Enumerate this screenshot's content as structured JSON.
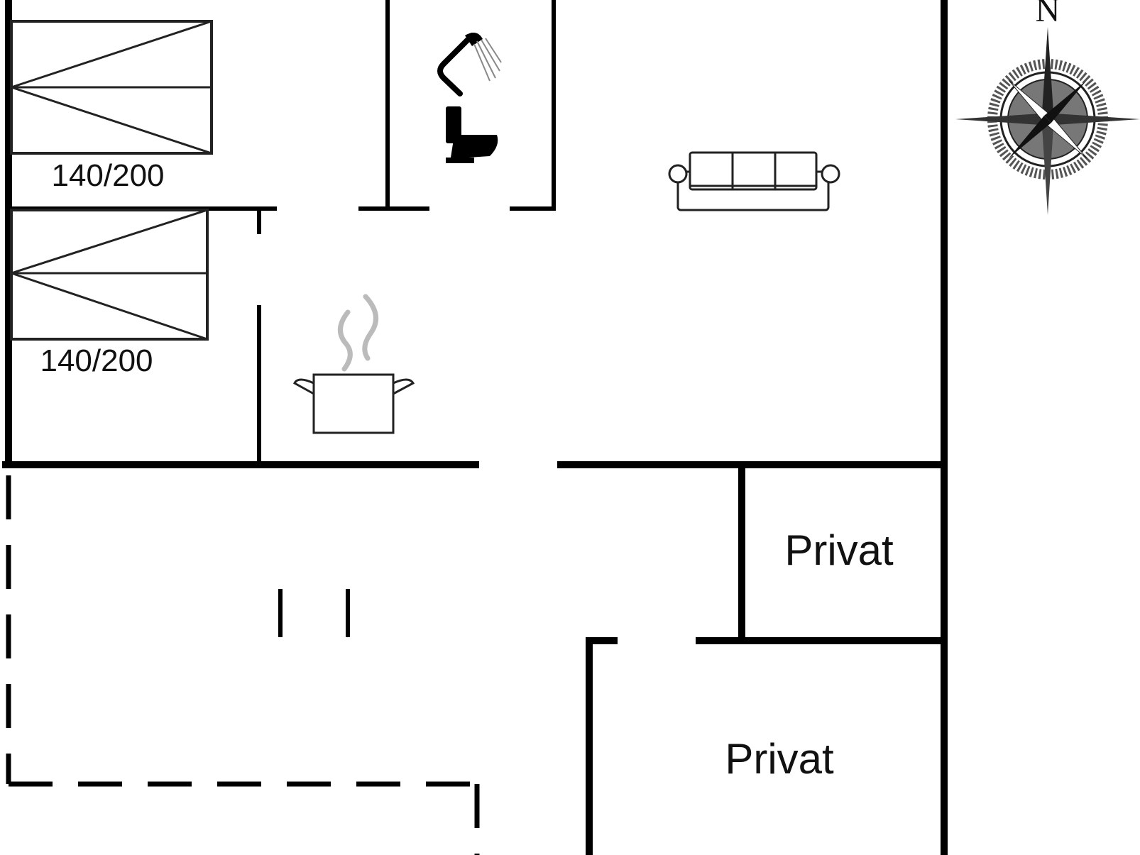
{
  "beds": [
    {
      "label": "140/200"
    },
    {
      "label": "140/200"
    }
  ],
  "rooms": [
    {
      "label": "Privat"
    },
    {
      "label": "Privat"
    }
  ],
  "compass": {
    "north_label": "N"
  },
  "icons": [
    "shower-icon",
    "toilet-icon",
    "sofa-icon",
    "cooking-pot-icon",
    "compass-rose-icon"
  ]
}
